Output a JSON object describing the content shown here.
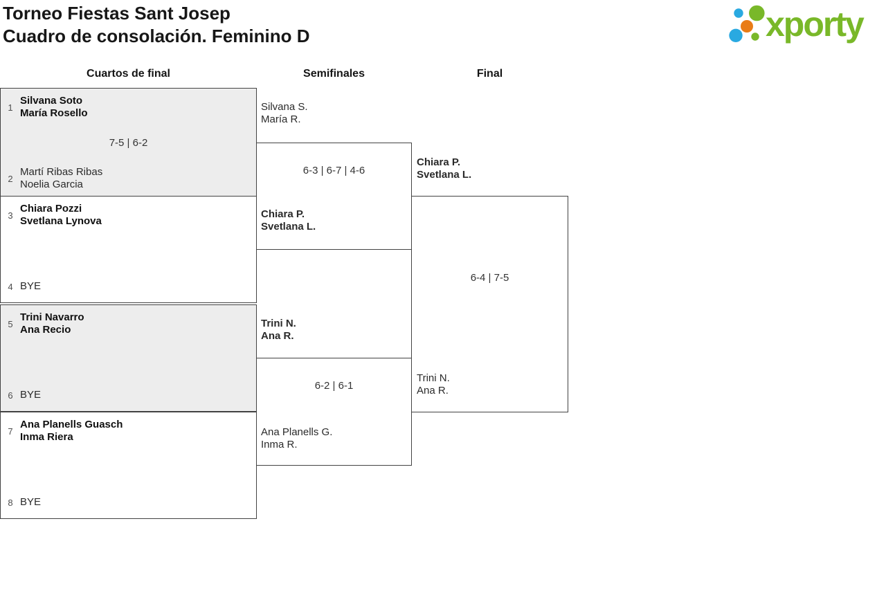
{
  "header": {
    "title_line1": "Torneo Fiestas Sant Josep",
    "title_line2": "Cuadro de consolación. Feminino D",
    "logo_text": "xporty"
  },
  "colors": {
    "logo_green": "#79b829",
    "logo_blue": "#29a9e1",
    "logo_orange": "#e97c16",
    "box_shaded_bg": "#ededed",
    "border": "#424242"
  },
  "rounds": [
    {
      "label": "Cuartos de final"
    },
    {
      "label": "Semifinales"
    },
    {
      "label": "Final"
    }
  ],
  "bracket": {
    "quarterfinals": [
      {
        "seed_top": "1",
        "top": [
          "Silvana Soto",
          "María Rosello"
        ],
        "score": "7-5 | 6-2",
        "seed_bottom": "2",
        "bottom": [
          "Martí Ribas Ribas",
          "Noelia Garcia"
        ],
        "winner": "top"
      },
      {
        "seed_top": "3",
        "top": [
          "Chiara Pozzi",
          "Svetlana Lynova"
        ],
        "score": "",
        "seed_bottom": "4",
        "bottom": [
          "BYE"
        ],
        "winner": "top"
      },
      {
        "seed_top": "5",
        "top": [
          "Trini Navarro",
          "Ana Recio"
        ],
        "score": "",
        "seed_bottom": "6",
        "bottom": [
          "BYE"
        ],
        "winner": "top"
      },
      {
        "seed_top": "7",
        "top": [
          "Ana Planells Guasch",
          "Inma Riera"
        ],
        "score": "",
        "seed_bottom": "8",
        "bottom": [
          "BYE"
        ],
        "winner": "top"
      }
    ],
    "semifinals": [
      {
        "top": [
          "Silvana S.",
          "María R."
        ],
        "score": "6-3 | 6-7 | 4-6",
        "bottom": [
          "Chiara P.",
          "Svetlana L."
        ],
        "winner": "bottom"
      },
      {
        "top": [
          "Trini N.",
          "Ana R."
        ],
        "score": "6-2 | 6-1",
        "bottom": [
          "Ana Planells G.",
          "Inma R."
        ],
        "winner": "top"
      }
    ],
    "final": {
      "top": [
        "Chiara P.",
        "Svetlana L."
      ],
      "score": "6-4 | 7-5",
      "bottom": [
        "Trini N.",
        "Ana R."
      ],
      "winner": "top"
    }
  }
}
